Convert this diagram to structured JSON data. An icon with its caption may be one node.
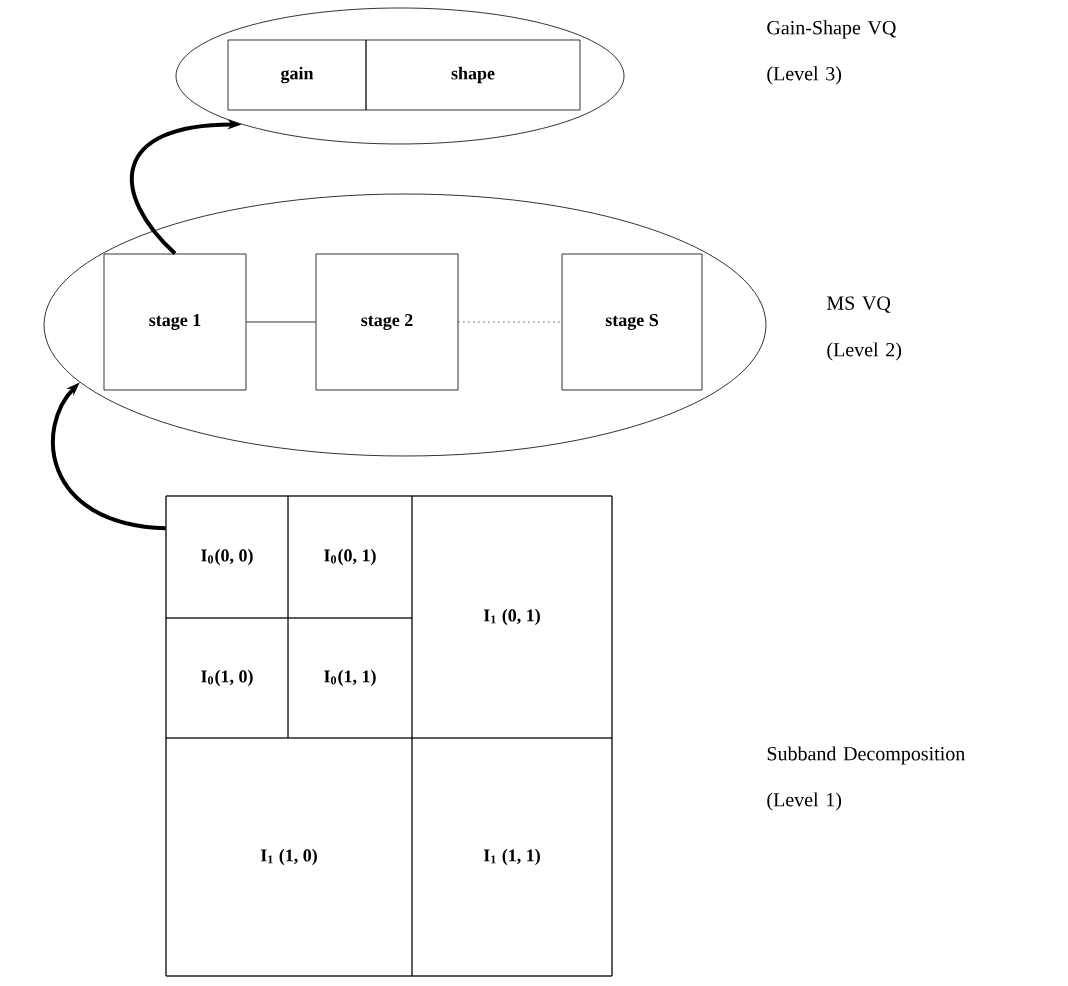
{
  "diagram": {
    "nodes": [
      {
        "text": [],
        "shape": "ellipse",
        "beside": [
          "Gain-Shape VQ",
          "(Level 3)"
        ]
      },
      {
        "text": [
          "gain"
        ],
        "in": 0
      },
      {
        "text": [
          "shape"
        ],
        "in": 0
      },
      {
        "text": [],
        "shape": "ellipse",
        "beside": [
          "MS VQ",
          "(Level 2)"
        ]
      },
      {
        "text": [
          "stage 1"
        ],
        "in": 3
      },
      {
        "text": [
          "stage 2"
        ],
        "in": 3
      },
      {
        "text": [
          "stage S"
        ],
        "in": 3
      },
      {
        "text": [],
        "shape": "box",
        "beside": [
          "Subband Decomposition",
          "(Level 1)"
        ]
      },
      {
        "text": [
          "I$_{0}$(0, 0)"
        ],
        "in": 7
      },
      {
        "text": [
          "I$_{0}$(0, 1)"
        ],
        "in": 7
      },
      {
        "text": [
          "I$_{0}$(1, 0)"
        ],
        "in": 7
      },
      {
        "text": [
          "I$_{0}$(1, 1)"
        ],
        "in": 7
      },
      {
        "text": [
          "I$_{1}$ (0, 1)"
        ],
        "in": 7
      },
      {
        "text": [
          "I$_{1}$ (1, 0)"
        ],
        "in": 7
      },
      {
        "text": [
          "I$_{1}$ (1, 1)"
        ],
        "in": 7
      }
    ],
    "edges": [
      {
        "from": 4,
        "to": 5,
        "arrow": "none"
      },
      {
        "from": 5,
        "to": 6,
        "arrow": "none",
        "style": "dashed"
      },
      {
        "from": 8,
        "to": 3,
        "arrow": "to",
        "style": "thick"
      },
      {
        "from": 4,
        "to": 0,
        "arrow": "to",
        "style": "thick"
      }
    ]
  }
}
